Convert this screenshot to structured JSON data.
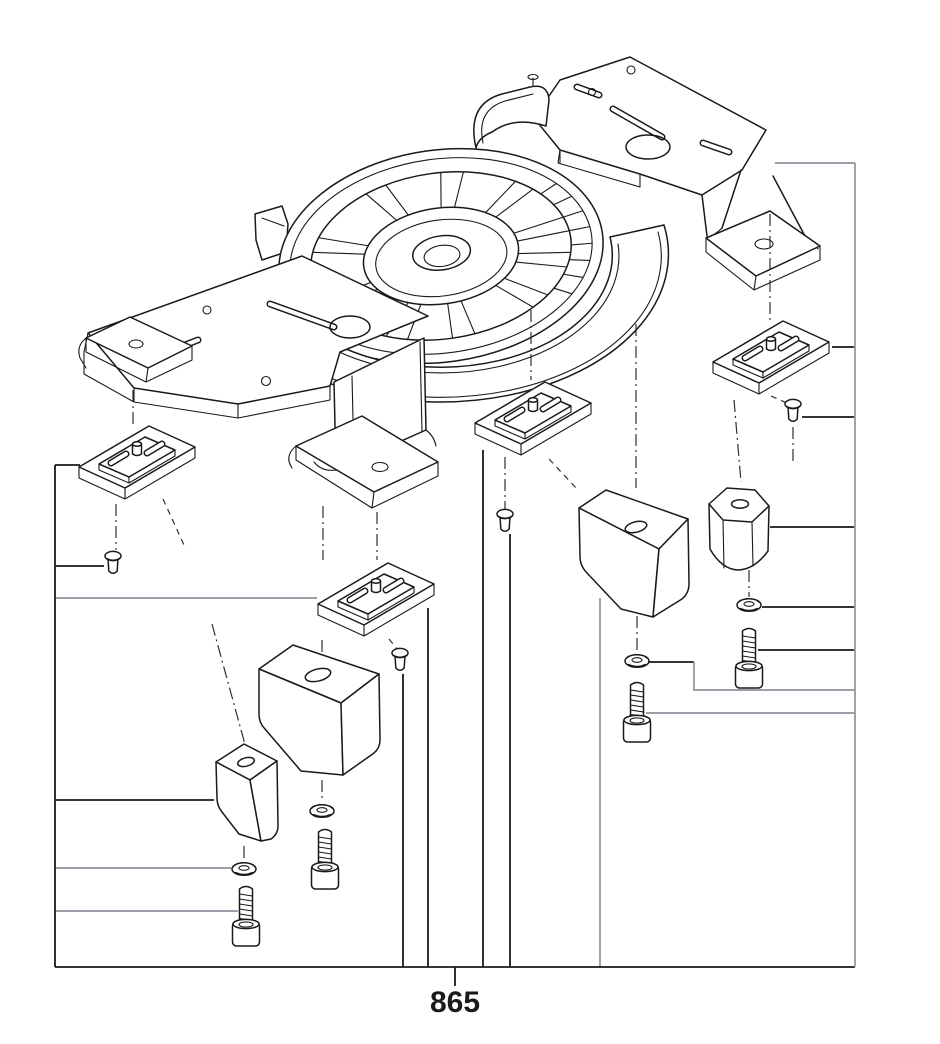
{
  "figure": {
    "part_number_label": "865"
  },
  "colors": {
    "ink": "#1a1a1a",
    "leader_gray": "#9aa0a8",
    "paper": "#ffffff"
  },
  "drawing": {
    "type": "exploded-parts-diagram",
    "parts": [
      {
        "icon": "saw-base-with-turntable-icon",
        "qty": 1
      },
      {
        "icon": "glide-clamp-plate-icon",
        "qty": 4
      },
      {
        "icon": "flat-head-screw-icon",
        "qty": 4
      },
      {
        "icon": "wedge-foot-icon",
        "qty": 3
      },
      {
        "icon": "hex-foot-block-icon",
        "qty": 1
      },
      {
        "icon": "push-nut-icon",
        "qty": 4
      },
      {
        "icon": "socket-head-screw-icon",
        "qty": 4
      }
    ]
  }
}
